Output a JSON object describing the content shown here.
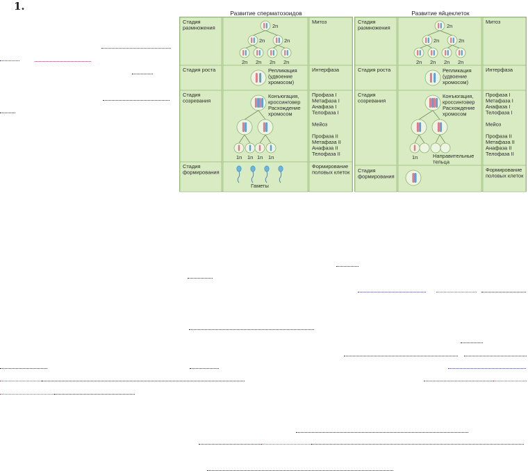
{
  "page": {
    "number": "1."
  },
  "diagram": {
    "sperm": {
      "title": "Развитие сперматозоидов",
      "stages": [
        {
          "name": "Стадия размножения",
          "process": "Митоз"
        },
        {
          "name": "Стадия роста",
          "process": "Интерфаза"
        },
        {
          "name": "Стадия созревания",
          "process": "Профаза I\nМетафаза I\nАнафаза I\nТелофаза I\n\nМейоз\n\nПрофаза II\nМетафаза II\nАнафаза II\nТелофаза II"
        },
        {
          "name": "Стадия формирования",
          "process": "Формирование половых клеток"
        }
      ],
      "replication": "Репликация (удвоение хромосом)",
      "conjugation": "Конъюгация, кроссинговер Расхождение хромосом",
      "gametes": "Гаметы"
    },
    "egg": {
      "title": "Развитие яйцеклеток",
      "stages": [
        {
          "name": "Стадия размножения",
          "process": "Митоз"
        },
        {
          "name": "Стадия роста",
          "process": "Интерфаза"
        },
        {
          "name": "Стадия созревания",
          "process": "Профаза I\nМетафаза I\nАнафаза I\nТелофаза I\n\nМейоз\n\nПрофаза II\nМетафаза II\nАнафаза II\nТелофаза II"
        },
        {
          "name": "Стадия формирования",
          "process": "Формирование половых клеток"
        }
      ],
      "replication": "Репликация (удвоение хромосом)",
      "conjugation": "Конъюгация, кроссинговер Расхождение хромосом",
      "polar_bodies": "Направительные тельца"
    },
    "ploidy": {
      "diploid": "2n",
      "haploid": "1n"
    },
    "colors": {
      "panel": "#c9e2ad",
      "cell": "#d9ebc3",
      "chrom_red": "#e07a88",
      "chrom_blue": "#5aa0d8",
      "link_blue": "#3b3bd6",
      "link_pink": "#e0308a"
    }
  }
}
